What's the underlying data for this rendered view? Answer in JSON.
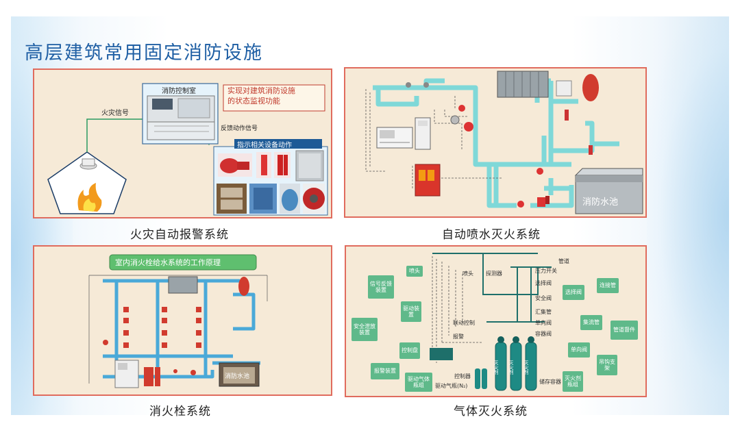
{
  "title": "高层建筑常用固定消防设施",
  "panels": {
    "alarm": {
      "caption": "火灾自动报警系统",
      "control_room": "消防控制室",
      "callout": "实现对建筑消防设施\n的状态监视功能",
      "fire_signal": "火灾信号",
      "feedback": "反馈动作信号",
      "indicate": "指示相关设备动作"
    },
    "sprinkler": {
      "caption": "自动喷水灭火系统",
      "pool": "消防水池"
    },
    "hydrant": {
      "caption": "消火栓系统",
      "header": "室内消火栓给水系统的工作原理",
      "tank": "消防水池"
    },
    "gas": {
      "caption": "气体灭火系统",
      "left_tags": [
        "信号反馈装置",
        "驱动装置",
        "安全泄放装置",
        "控制盘",
        "报警装置",
        "驱动气体瓶组"
      ],
      "top_tags": [
        "喷头",
        "探测器"
      ],
      "right_tags": [
        "连接管",
        "选择阀",
        "集流管",
        "管道督件",
        "单向阀",
        "吊钩支架",
        "灭火剂瓶组"
      ],
      "misc_tags": [
        "喷头"
      ],
      "labels": [
        "管道",
        "压力开关",
        "选择阀",
        "安全阀",
        "汇集管",
        "单向阀",
        "容器阀",
        "储存容器",
        "联动控制",
        "报警",
        "控制器",
        "驱动气瓶(N₂)"
      ],
      "cyl_text": "灭火剂"
    }
  }
}
